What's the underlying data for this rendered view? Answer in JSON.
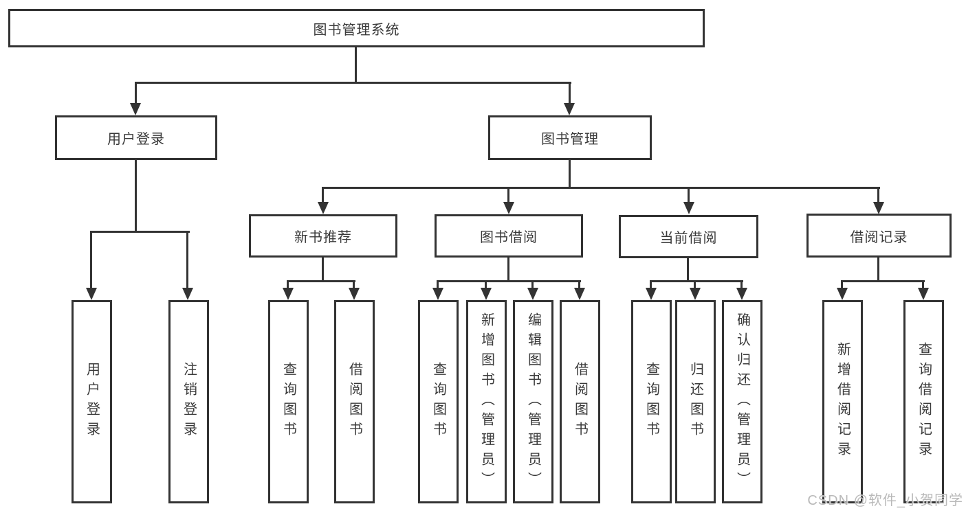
{
  "diagram": {
    "title": "图书管理系统",
    "level2": [
      "用户登录",
      "图书管理"
    ],
    "level3": [
      "新书推荐",
      "图书借阅",
      "当前借阅",
      "借阅记录"
    ],
    "leaves": {
      "user_login": [
        "用户登录",
        "注销登录"
      ],
      "new_book_recommend": [
        "查询图书",
        "借阅图书"
      ],
      "book_borrowing": [
        "查询图书",
        "新增图书（管理员）",
        "编辑图书（管理员）",
        "借阅图书"
      ],
      "current_borrowing": [
        "查询图书",
        "归还图书",
        "确认归还（管理员）"
      ],
      "borrow_records": [
        "新增借阅记录",
        "查询借阅记录"
      ]
    },
    "watermark": "CSDN @软件_小贺同学",
    "colors": {
      "line": "#333333",
      "text": "#3a3a3a",
      "background": "#ffffff",
      "watermark": "#b9b9b9"
    }
  }
}
